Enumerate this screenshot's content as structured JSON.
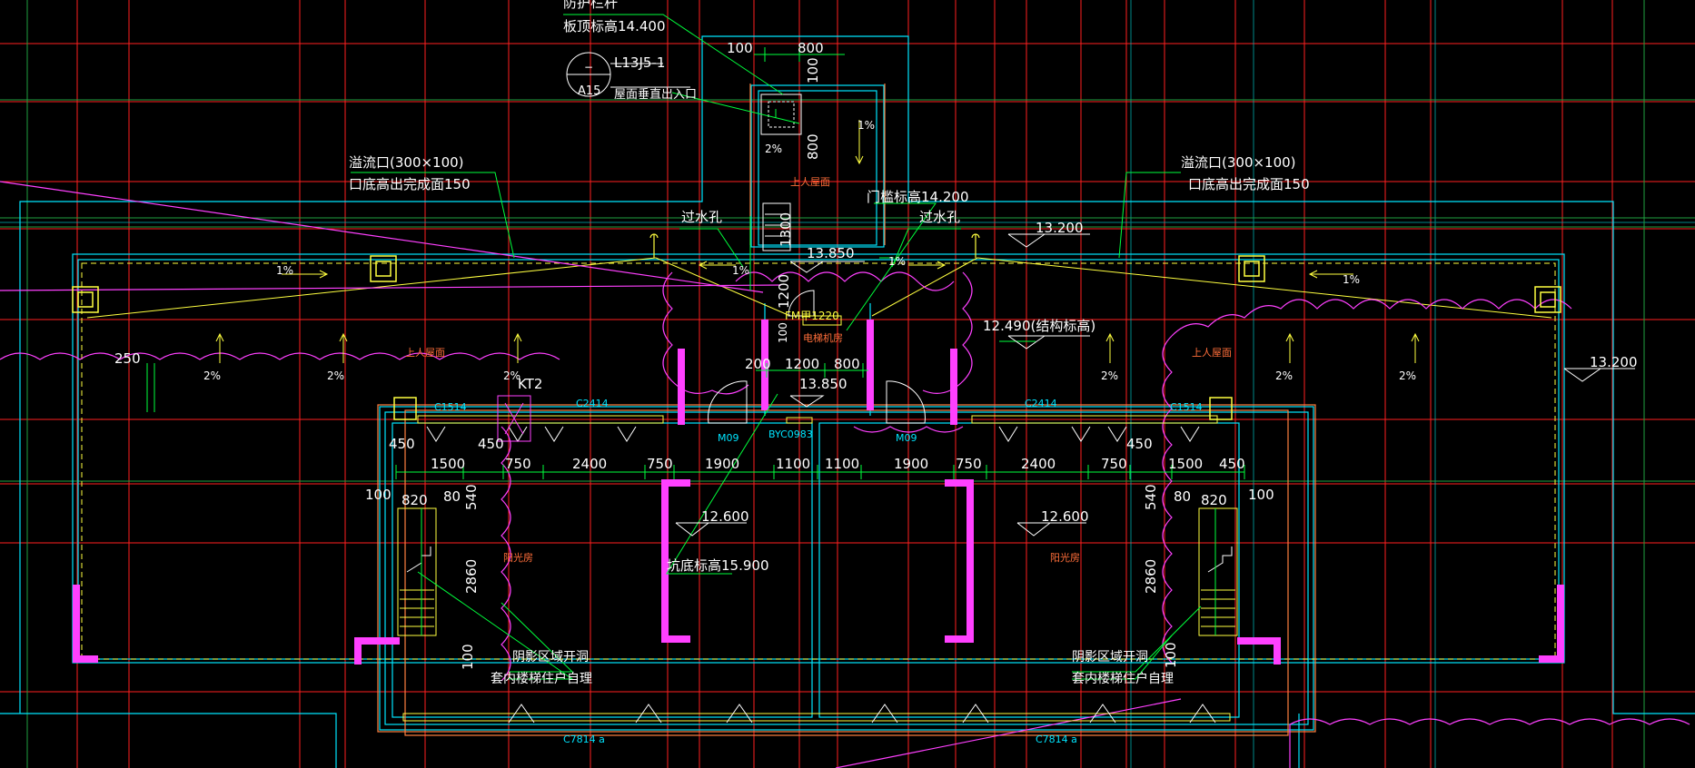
{
  "labels": {
    "guardrail": "防护栏杆",
    "slab_top": "板顶标高14.400",
    "dim_100": "100",
    "dim_800_top": "800",
    "dim_100_v": "100",
    "std_ref": "L13J5-1",
    "std_a": "−",
    "std_b": "A15",
    "roof_exit": "屋面垂直出入口",
    "slope_1pct_v": "1%",
    "slope_2pct_top": "2%",
    "dim_800_v": "800",
    "overflow_l_1": "溢流口(300×100)",
    "overflow_l_2": "口底高出完成面150",
    "overflow_r_1": "溢流口(300×100)",
    "overflow_r_2": "口底高出完成面150",
    "roof_upper_c": "上人屋面",
    "door_sill": "门槛标高14.200",
    "drain_hole_l": "过水孔",
    "drain_hole_r": "过水孔",
    "elev_13200_a": "13.200",
    "dim_1300": "1300",
    "elev_13850_a": "13.850",
    "slope_1pct_l": "1%",
    "slope_1pct_ml": "1%",
    "slope_1pct_mr": "1%",
    "slope_1pct_r": "1%",
    "dim_1200_v": "1200",
    "fm_door": "FM甲1220",
    "dim_100_v2": "100",
    "elevator_room": "电梯机房",
    "struct_elev": "12.490(结构标高)",
    "elev_13200_b": "13.200",
    "dim_250": "250",
    "roof_upper_l": "上人屋面",
    "roof_upper_r": "上人屋面",
    "slope_2pct_1": "2%",
    "slope_2pct_2": "2%",
    "slope_2pct_3": "2%",
    "slope_2pct_4": "2%",
    "slope_2pct_5": "2%",
    "slope_2pct_6": "2%",
    "kt2": "KT2",
    "dim_200": "200",
    "dim_1200": "1200",
    "dim_800_b": "800",
    "elev_13850_b": "13.850",
    "c1514_l": "C1514",
    "c2414_l": "C2414",
    "c2414_r": "C2414",
    "c1514_r": "C1514",
    "m09_l": "M09",
    "byc": "BYC0983",
    "m09_r": "M09",
    "dim_450_1": "450",
    "dim_450_2": "450",
    "dim_450_3": "450",
    "dims_row": [
      "1500",
      "750",
      "2400",
      "750",
      "1900",
      "1100",
      "1100",
      "1900",
      "750",
      "2400",
      "750",
      "1500",
      "450"
    ],
    "dim_100_l": "100",
    "dim_820_l": "820",
    "dim_80_l": "80",
    "dim_540_l": "540",
    "dim_540_r": "540",
    "dim_80_r": "80",
    "dim_820_r": "820",
    "dim_100_r": "100",
    "elev_12600_l": "12.600",
    "elev_12600_r": "12.600",
    "sunroom_l": "阳光房",
    "sunroom_r": "阳光房",
    "pit_bottom": "坑底标高15.900",
    "dim_2860_l": "2860",
    "dim_2860_r": "2860",
    "dim_100_bl": "100",
    "dim_100_br": "100",
    "shadow_l_1": "阴影区域开洞",
    "shadow_l_2": "套内楼梯住户自理",
    "shadow_r_1": "阴影区域开洞",
    "shadow_r_2": "套内楼梯住户自理",
    "c7814_l": "C7814 a",
    "c7814_r": "C7814 a"
  },
  "colors": {
    "background": "#000000",
    "grid_red": "#ff2020",
    "wall_cyan": "#00e5ff",
    "green": "#00ff3c",
    "yellow": "#ffff40",
    "magenta": "#ff40ff",
    "white_text": "#ffffff",
    "orange": "#ff8040"
  }
}
